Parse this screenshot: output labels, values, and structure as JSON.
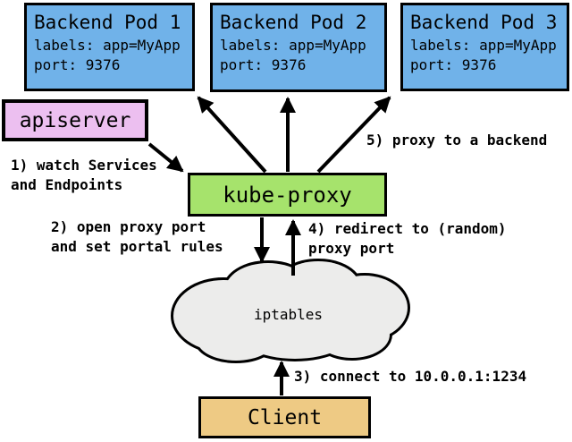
{
  "nodes": {
    "pods": [
      {
        "title": "Backend Pod 1",
        "labels_line": "labels: app=MyApp",
        "port_line": "port: 9376"
      },
      {
        "title": "Backend Pod 2",
        "labels_line": "labels: app=MyApp",
        "port_line": "port: 9376"
      },
      {
        "title": "Backend Pod 3",
        "labels_line": "labels: app=MyApp",
        "port_line": "port: 9376"
      }
    ],
    "apiserver": "apiserver",
    "kube_proxy": "kube-proxy",
    "iptables": "iptables",
    "client": "Client"
  },
  "steps": {
    "s1": "1) watch Services\nand Endpoints",
    "s2": "2) open proxy port\nand set portal rules",
    "s3": "3) connect to 10.0.0.1:1234",
    "s4": "4) redirect to (random)\nproxy port",
    "s5": "5) proxy to a backend"
  },
  "colors": {
    "pod_fill": "#70b2e9",
    "apiserver_fill": "#ecbff0",
    "kube_proxy_fill": "#a6e36c",
    "client_fill": "#eeca84",
    "cloud_fill": "#ececeb",
    "outline": "#000000",
    "arrow": "#000000",
    "background": "#ffffff"
  }
}
